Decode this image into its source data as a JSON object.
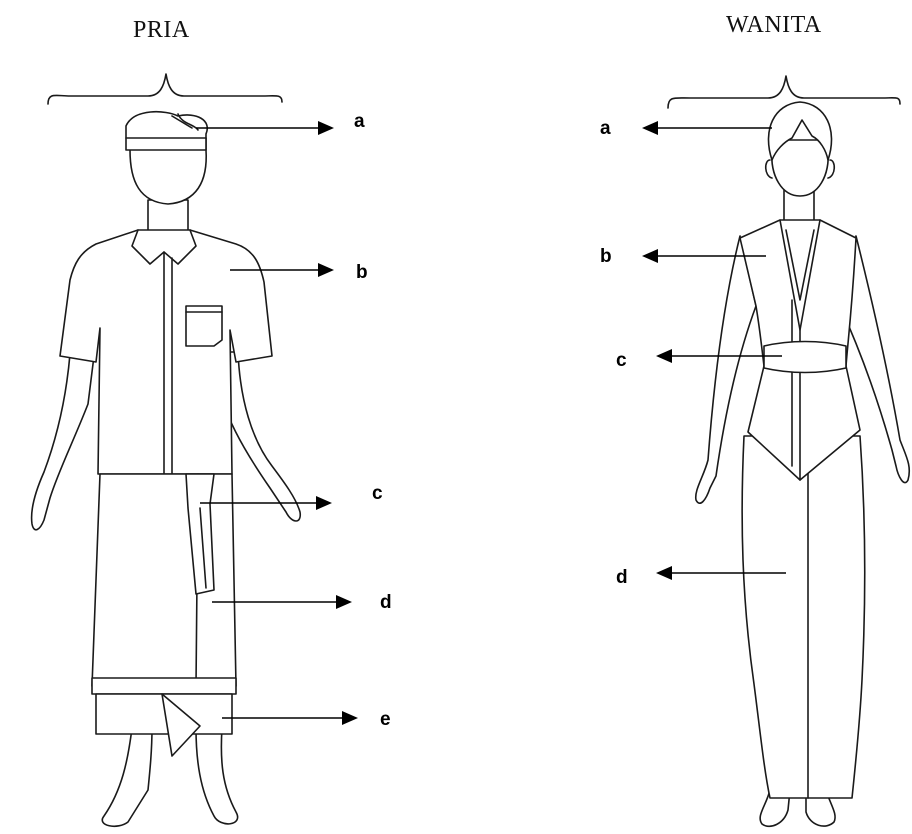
{
  "diagram": {
    "pria": {
      "title": "PRIA",
      "labels": [
        "a",
        "b",
        "c",
        "d",
        "e"
      ]
    },
    "wanita": {
      "title": "WANITA",
      "labels": [
        "a",
        "b",
        "c",
        "d"
      ]
    }
  }
}
